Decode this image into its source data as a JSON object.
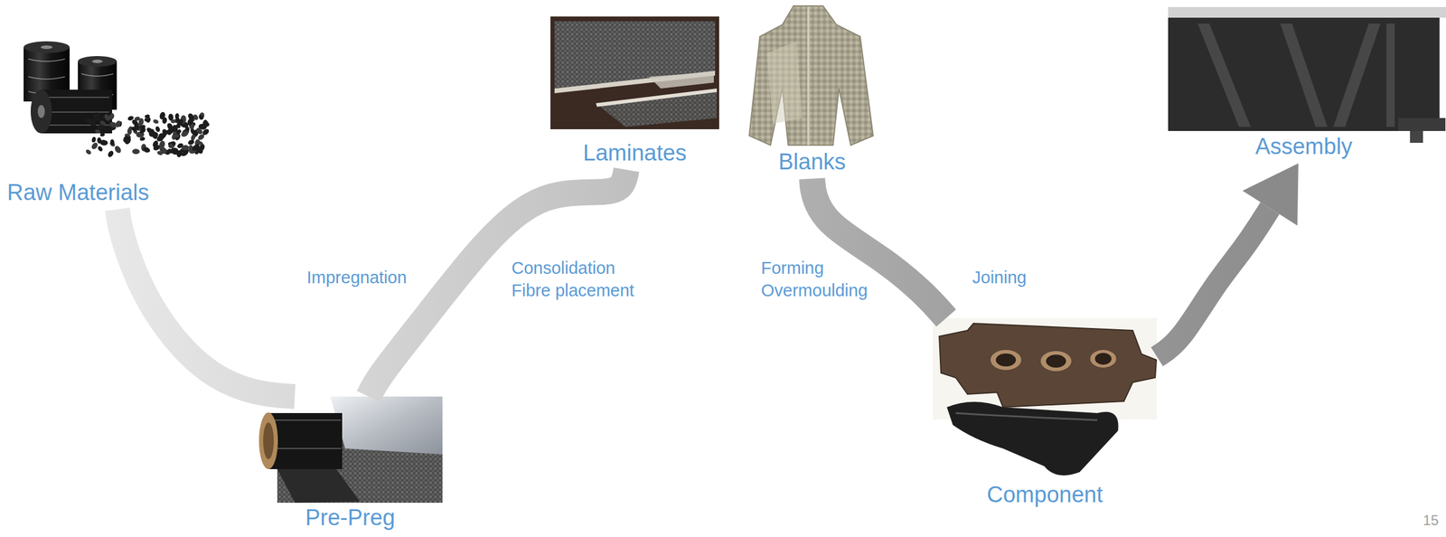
{
  "diagram": {
    "nodes": [
      {
        "text": [
          "Raw Materials"
        ]
      },
      {
        "text": [
          "Pre-Preg"
        ]
      },
      {
        "text": [
          "Laminates"
        ]
      },
      {
        "text": [
          "Blanks"
        ]
      },
      {
        "text": [
          "Component"
        ]
      },
      {
        "text": [
          "Assembly"
        ]
      }
    ],
    "edges": [
      {
        "from": 0,
        "to": 1,
        "arrow": "none",
        "label": "Impregnation"
      },
      {
        "from": 1,
        "to": 2,
        "arrow": "none",
        "label": "Consolidation Fibre placement"
      },
      {
        "from": 3,
        "to": 4,
        "arrow": "none",
        "label": "Forming Overmoulding"
      },
      {
        "from": 4,
        "to": 5,
        "arrow": "to",
        "label": "Joining"
      }
    ],
    "labels": [
      "15"
    ]
  }
}
